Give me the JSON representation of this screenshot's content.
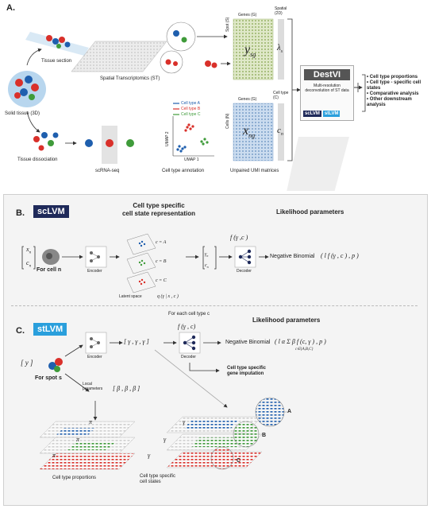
{
  "panel_a": {
    "letter": "A.",
    "tissue_section": "Tissue section",
    "spatial_transcriptomics": "Spatial Transcriptomics (ST)",
    "solid_tissue": "Solid tissue (3D)",
    "tissue_dissociation": "Tissue dissociation",
    "scrnaseq": "scRNA-seq",
    "cell_type_annotation": "Cell type annotation",
    "unpaired_matrices": "Unpaired UMI matrices",
    "genes_top": "Genes (G)",
    "spot": "Spot (S)",
    "spatial_2d": "Spatial\n(2D)",
    "genes_bottom": "Genes (G)",
    "cells": "Cells (N)",
    "cell_type_c": "Cell type\n(C)",
    "y_sg": "y",
    "y_sub": "sg",
    "x_ng": "x",
    "x_sub": "ng",
    "lambda_s": "λ",
    "lambda_sub": "s",
    "c_n": "c",
    "c_sub": "n",
    "legend": [
      "Cell type A",
      "Cell type B",
      "Cell type C"
    ],
    "umap1": "UMAP 1",
    "umap2": "UMAP 2",
    "destvi_title": "DestVI",
    "destvi_desc": "Multi-resolution deconvolution of ST data",
    "sclvm_badge": "scLVM",
    "stlvm_badge": "stLVM",
    "outputs": [
      "Cell type proportions",
      "Cell type - specific cell states",
      "Comparative analysis",
      "Other downstream analysis"
    ]
  },
  "panel_b": {
    "letter": "B.",
    "badge": "scLVM",
    "header_state": "Cell type specific\ncell state representation",
    "header_likelihood": "Likelihood parameters",
    "for_cell": "For cell n",
    "encoder": "Encoder",
    "decoder": "Decoder",
    "latent_space": "Latent space",
    "cn_a": "c  = A",
    "cn_b": "c  = B",
    "cn_c": "c  = C",
    "neg_binomial": "Negative Binomial",
    "f_label": "f (γ  ,c  )",
    "q_label": "q (γ  | x  , c  )",
    "likelihood_formula": "( l  f (γ  , c  ) , p  )"
  },
  "panel_c": {
    "letter": "C.",
    "badge": "stLVM",
    "for_each": "For each cell type  c",
    "header_likelihood": "Likelihood parameters",
    "for_spot": "For spot s",
    "encoder": "Encoder",
    "decoder": "Decoder",
    "gamma_vec": "[ γ  , γ  , γ   ]",
    "f_label": "f (γ  , c)",
    "neg_binomial": "Negative Binomial",
    "sum_formula": "( l  α   Σ   β  f (c, γ  ) , p  )",
    "sum_sub": "c∈{A,B,C}",
    "gene_imputation": "Cell type specific\ngene imputation",
    "local_params": "Local\nparameters",
    "beta_vec": "[ β  , β  , β   ]",
    "cell_type_proportions": "Cell type proportions",
    "cell_type_states": "Cell type specific\ncell states",
    "circle_a": "A",
    "circle_b": "B",
    "circle_c": "C",
    "pi_a": "π",
    "pi_b": "π",
    "pi_c": "π",
    "gamma_a": "γ",
    "gamma_b": "γ",
    "gamma_c": "γ",
    "ys": "[ y  ]"
  },
  "colors": {
    "red": "#d9302a",
    "blue": "#1f5fae",
    "green": "#3f9b3a",
    "dark_navy": "#1f2a5a",
    "sky": "#2a9fdc",
    "matrix_y": "#dfe8c8",
    "matrix_x": "#cbdcef"
  }
}
